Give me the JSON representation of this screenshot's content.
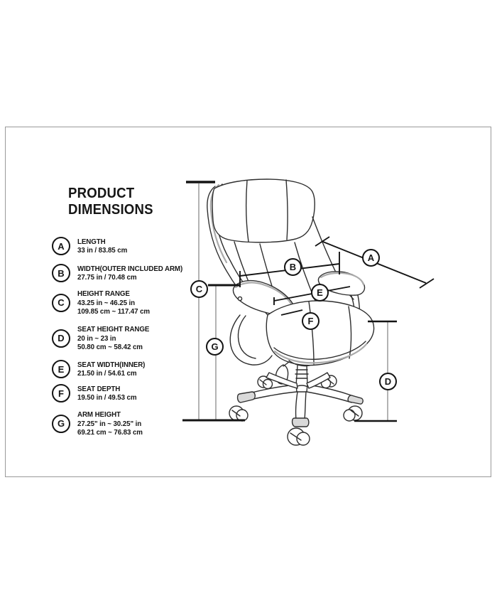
{
  "page": {
    "background": "#ffffff",
    "frame_border_color": "#9a9a9a",
    "line_color": "#2e2e2e",
    "dimension_line_color": "#8a8a8a"
  },
  "panel": {
    "title_line1": "PRODUCT",
    "title_line2": "DIMENSIONS"
  },
  "legend": {
    "items": [
      {
        "letter": "A",
        "label": "LENGTH",
        "value1": "33 in / 83.85 cm",
        "value2": ""
      },
      {
        "letter": "B",
        "label": "WIDTH(OUTER INCLUDED ARM)",
        "value1": "27.75 in / 70.48 cm",
        "value2": ""
      },
      {
        "letter": "C",
        "label": "HEIGHT RANGE",
        "value1": "43.25 in ~ 46.25 in",
        "value2": "109.85 cm ~ 117.47 cm"
      },
      {
        "letter": "D",
        "label": "SEAT HEIGHT RANGE",
        "value1": "20 in ~ 23 in",
        "value2": "50.80 cm ~ 58.42 cm"
      },
      {
        "letter": "E",
        "label": "SEAT WIDTH(INNER)",
        "value1": "21.50 in / 54.61 cm",
        "value2": ""
      },
      {
        "letter": "F",
        "label": "SEAT DEPTH",
        "value1": "19.50 in / 49.53 cm",
        "value2": ""
      },
      {
        "letter": "G",
        "label": "ARM HEIGHT",
        "value1": "27.25\" in ~ 30.25\" in",
        "value2": "69.21 cm ~ 76.83 cm"
      }
    ]
  },
  "diagram": {
    "markers": [
      "A",
      "B",
      "C",
      "D",
      "E",
      "F",
      "G"
    ]
  }
}
